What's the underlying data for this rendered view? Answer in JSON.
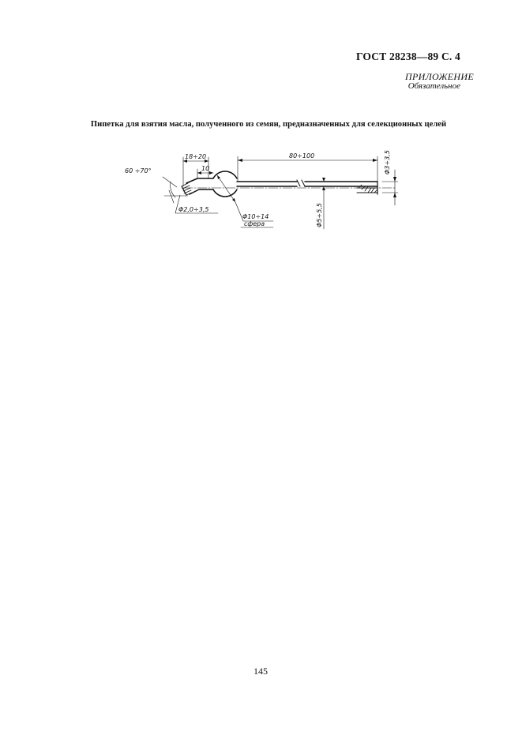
{
  "header": {
    "code": "ГОСТ 28238—89 С. 4"
  },
  "appendix": {
    "label": "ПРИЛОЖЕНИЕ",
    "status": "Обязательное"
  },
  "figure": {
    "title": "Пипетка для взятия масла, полученного из семян, предназначенных для селекционных целей",
    "dims": {
      "angle": "60 ÷70°",
      "neck_length": "18÷20",
      "neck_short": "10",
      "tube_length": "80÷100",
      "tip_diameter": "Φ3÷3,5",
      "inlet_diameter": "Φ2,0÷3,5",
      "bulb_diameter": "Φ10÷14",
      "bulb_note": "сфера",
      "tube_diameter": "Φ5÷5,5"
    }
  },
  "footer": {
    "page_number": "145"
  }
}
